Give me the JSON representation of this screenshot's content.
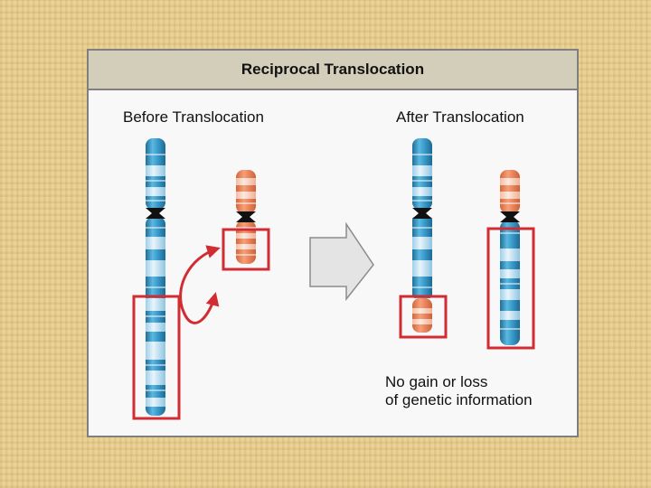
{
  "title": "Reciprocal Translocation",
  "before_label": "Before Translocation",
  "after_label": "After Translocation",
  "note": [
    "No gain or loss",
    "of genetic information"
  ],
  "colors": {
    "blue_chromosome": "#3b9ccc",
    "orange_chromosome": "#f08a5d",
    "highlight_box": "#d22c33",
    "arrow_fill": "#e4e4e4"
  }
}
